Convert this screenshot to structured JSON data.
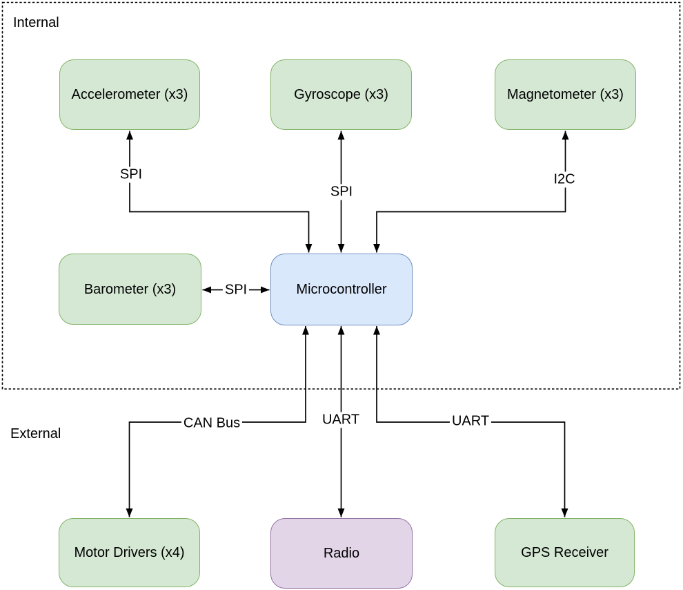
{
  "diagram": {
    "regions": [
      {
        "id": "internal",
        "label": "Internal",
        "border": "dashed"
      },
      {
        "id": "external",
        "label": "External",
        "border": "none"
      }
    ],
    "nodes": [
      {
        "id": "accelerometer",
        "label": "Accelerometer (x3)",
        "region": "Internal",
        "fill": "#d5e8d4",
        "stroke": "#82b366"
      },
      {
        "id": "gyroscope",
        "label": "Gyroscope (x3)",
        "region": "Internal",
        "fill": "#d5e8d4",
        "stroke": "#82b366"
      },
      {
        "id": "magnetometer",
        "label": "Magnetometer (x3)",
        "region": "Internal",
        "fill": "#d5e8d4",
        "stroke": "#82b366"
      },
      {
        "id": "barometer",
        "label": "Barometer (x3)",
        "region": "Internal",
        "fill": "#d5e8d4",
        "stroke": "#82b366"
      },
      {
        "id": "microcontroller",
        "label": "Microcontroller",
        "region": "Internal",
        "fill": "#dae8fc",
        "stroke": "#6c8ebf"
      },
      {
        "id": "motor-drivers",
        "label": "Motor Drivers (x4)",
        "region": "External",
        "fill": "#d5e8d4",
        "stroke": "#82b366"
      },
      {
        "id": "radio",
        "label": "Radio",
        "region": "External",
        "fill": "#e1d5e7",
        "stroke": "#9673a6"
      },
      {
        "id": "gps-receiver",
        "label": "GPS Receiver",
        "region": "External",
        "fill": "#d5e8d4",
        "stroke": "#82b366"
      }
    ],
    "edges": [
      {
        "from": "accelerometer",
        "to": "microcontroller",
        "label": "SPI",
        "arrows": "both"
      },
      {
        "from": "gyroscope",
        "to": "microcontroller",
        "label": "SPI",
        "arrows": "both"
      },
      {
        "from": "magnetometer",
        "to": "microcontroller",
        "label": "I2C",
        "arrows": "both"
      },
      {
        "from": "barometer",
        "to": "microcontroller",
        "label": "SPI",
        "arrows": "both"
      },
      {
        "from": "microcontroller",
        "to": "motor-drivers",
        "label": "CAN Bus",
        "arrows": "both"
      },
      {
        "from": "microcontroller",
        "to": "radio",
        "label": "UART",
        "arrows": "both"
      },
      {
        "from": "microcontroller",
        "to": "gps-receiver",
        "label": "UART",
        "arrows": "both"
      }
    ],
    "colors": {
      "line": "#000000",
      "background": "#ffffff",
      "sensor_fill": "#d5e8d4",
      "sensor_stroke": "#82b366",
      "controller_fill": "#dae8fc",
      "controller_stroke": "#6c8ebf",
      "radio_fill": "#e1d5e7",
      "radio_stroke": "#9673a6"
    }
  }
}
